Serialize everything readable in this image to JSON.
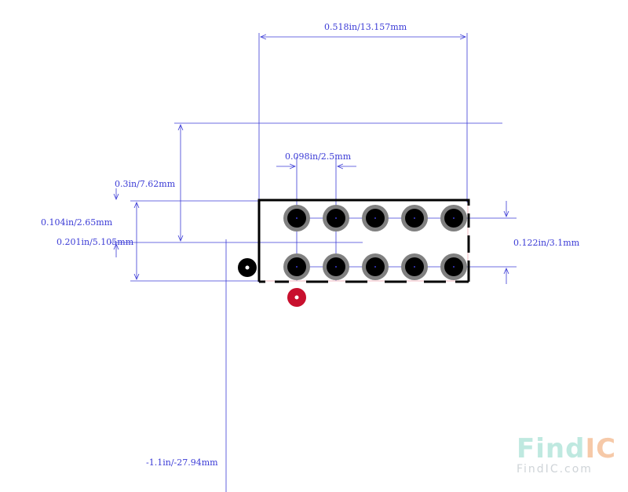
{
  "dimensions": {
    "overall_width": "0.518in/13.157mm",
    "pin_pitch": "0.098in/2.5mm",
    "row_span": "0.3in/7.62mm",
    "body_height": "0.104in/2.65mm",
    "center_offset": "0.201in/5.105mm",
    "pad_row_spacing": "0.122in/3.1mm",
    "origin_offset": "-1.1in/-27.94mm"
  },
  "colors": {
    "dimension": "#3b3bd6",
    "outline": "#000000",
    "pad_ring": "#808080",
    "pad_hole": "#000000",
    "pin1_marker": "#c8102e"
  },
  "pads": {
    "columns": 5,
    "rows": 2
  },
  "logo": {
    "main_find": "Find",
    "main_ic": "IC",
    "sub": "FindIC.com"
  }
}
